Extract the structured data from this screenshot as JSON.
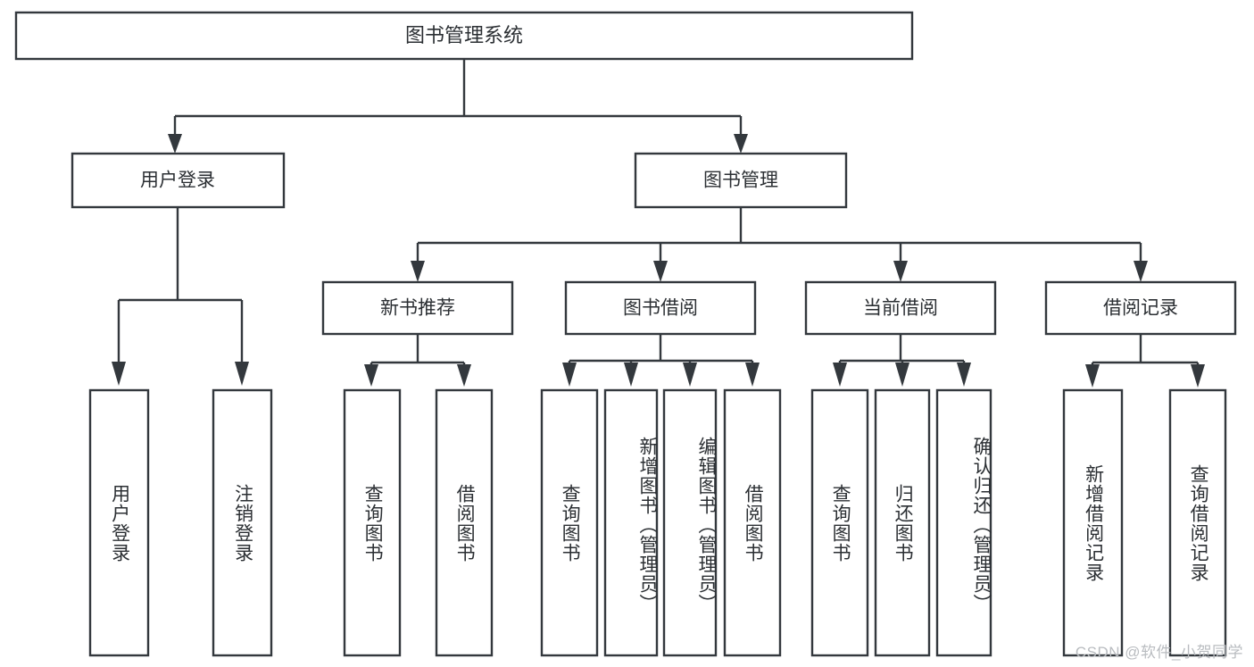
{
  "diagram": {
    "kind": "tree-hierarchy-chart",
    "title": "图书管理系统",
    "watermark": "CSDN @软件_小贺同学",
    "colors": {
      "box_stroke": "#33383d",
      "box_fill": "#ffffff",
      "text": "#2b2f33",
      "background": "#ffffff",
      "watermark": "#b9bcc0"
    },
    "root": {
      "id": "root",
      "label": "图书管理系统"
    },
    "level1": [
      {
        "id": "user-login",
        "label": "用户登录"
      },
      {
        "id": "book-manage",
        "label": "图书管理"
      }
    ],
    "level2": [
      {
        "id": "new-book-recommend",
        "label": "新书推荐",
        "parent": "book-manage"
      },
      {
        "id": "book-borrow",
        "label": "图书借阅",
        "parent": "book-manage"
      },
      {
        "id": "current-borrow",
        "label": "当前借阅",
        "parent": "book-manage"
      },
      {
        "id": "borrow-record",
        "label": "借阅记录",
        "parent": "book-manage"
      }
    ],
    "leaves": [
      {
        "id": "leaf-user-login",
        "label": "用户登录",
        "parent": "user-login"
      },
      {
        "id": "leaf-logout-login",
        "label": "注销登录",
        "parent": "user-login"
      },
      {
        "id": "leaf-query-book-1",
        "label": "查询图书",
        "parent": "new-book-recommend"
      },
      {
        "id": "leaf-borrow-book-1",
        "label": "借阅图书",
        "parent": "new-book-recommend"
      },
      {
        "id": "leaf-query-book-2",
        "label": "查询图书",
        "parent": "book-borrow"
      },
      {
        "id": "leaf-add-book",
        "label": "新增图书（管理员）",
        "parent": "book-borrow"
      },
      {
        "id": "leaf-edit-book",
        "label": "编辑图书（管理员）",
        "parent": "book-borrow"
      },
      {
        "id": "leaf-borrow-book-2",
        "label": "借阅图书",
        "parent": "book-borrow"
      },
      {
        "id": "leaf-query-book-3",
        "label": "查询图书",
        "parent": "current-borrow"
      },
      {
        "id": "leaf-return-book",
        "label": "归还图书",
        "parent": "current-borrow"
      },
      {
        "id": "leaf-confirm-return",
        "label": "确认归还（管理员）",
        "parent": "current-borrow"
      },
      {
        "id": "leaf-add-record",
        "label": "新增借阅记录",
        "parent": "borrow-record"
      },
      {
        "id": "leaf-query-record",
        "label": "查询借阅记录",
        "parent": "borrow-record"
      }
    ]
  }
}
